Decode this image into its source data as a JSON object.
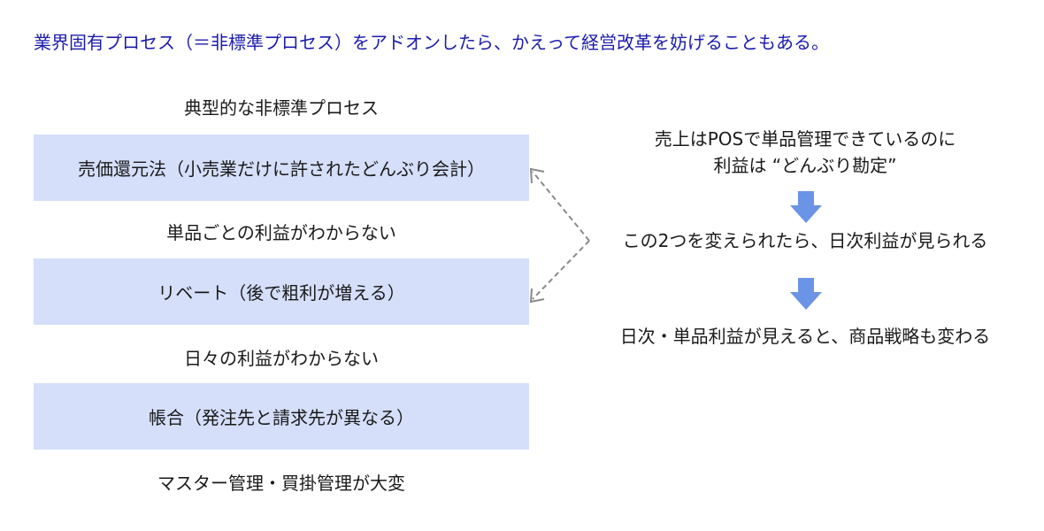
{
  "headline": "業界固有プロセス（＝非標準プロセス）をアドオンしたら、かえって経営改革を妨げることもある。",
  "left_column": {
    "heading": "典型的な非標準プロセス",
    "items": [
      {
        "label": "売価還元法（小売業だけに許されたどんぶり会計）",
        "consequence": "単品ごとの利益がわからない"
      },
      {
        "label": "リベート（後で粗利が増える）",
        "consequence": "日々の利益がわからない"
      },
      {
        "label": "帳合（発注先と請求先が異なる）",
        "consequence": "マスター管理・買掛管理が大変"
      }
    ]
  },
  "right_column": {
    "step1_line1": "売上はPOSで単品管理できているのに",
    "step1_line2": "利益は “どんぶり勘定”",
    "step2": "この2つを変えられたら、日次利益が見られる",
    "step3": "日次・単品利益が見えると、商品戦略も変わる"
  },
  "colors": {
    "headline": "#1c1cae",
    "box_fill": "#d5dffa",
    "arrow_fill": "#6b93e6",
    "connector": "#8a8a8a"
  }
}
